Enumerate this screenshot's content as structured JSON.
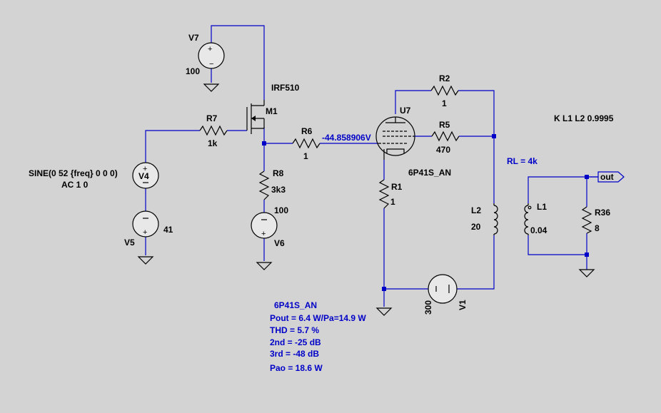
{
  "components": {
    "v7": {
      "name": "V7",
      "value": "100"
    },
    "m1": {
      "name": "M1",
      "model": "IRF510"
    },
    "r7": {
      "name": "R7",
      "value": "1k"
    },
    "r6": {
      "name": "R6",
      "value": "1"
    },
    "r8": {
      "name": "R8",
      "value": "3k3"
    },
    "v6": {
      "name": "V6",
      "value": "100"
    },
    "v4": {
      "name": "V4",
      "line1": "SINE(0 52 {freq} 0 0 0)",
      "line2": "AC 1 0"
    },
    "v5": {
      "name": "V5",
      "value": "41"
    },
    "u7": {
      "name": "U7",
      "model": "6P41S_AN"
    },
    "r2": {
      "name": "R2",
      "value": "1"
    },
    "r5": {
      "name": "R5",
      "value": "470"
    },
    "r1": {
      "name": "R1",
      "value": "1"
    },
    "l2": {
      "name": "L2",
      "value": "20"
    },
    "l1": {
      "name": "L1",
      "value": "0.04"
    },
    "r36": {
      "name": "R36",
      "value": "8"
    },
    "v1": {
      "name": "V1",
      "value": "300"
    }
  },
  "directives": {
    "coupling": "K L1 L2 0.9995",
    "rl": "RL = 4k"
  },
  "net_labels": {
    "out": "out",
    "grid_voltage": "-44.858906V"
  },
  "results": {
    "title": "6P41S_AN",
    "pout": "Pout = 6.4 W/Pa=14.9 W",
    "thd": "THD = 5.7 %",
    "second": "2nd = -25 dB",
    "third": "3rd = -48 dB",
    "pao": "Pao = 18.6 W"
  }
}
